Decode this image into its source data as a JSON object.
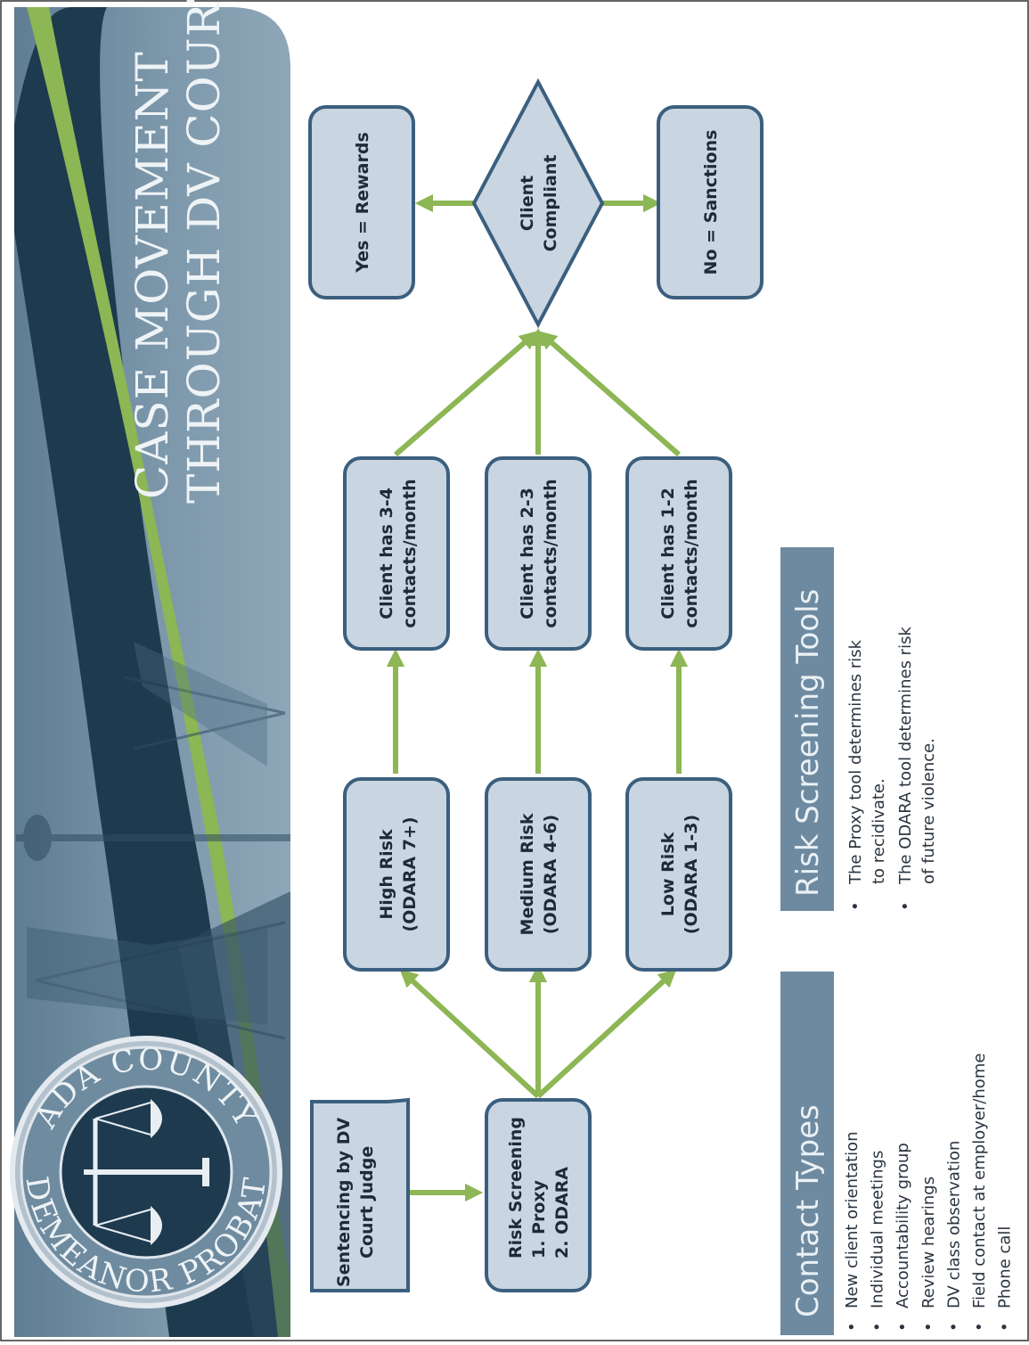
{
  "header": {
    "title_line1": "CASE MOVEMENT",
    "title_line2": "THROUGH DV COURT"
  },
  "seal": {
    "top_text": "ADA COUNTY",
    "bottom_text": "MISDEMEANOR PROBATION"
  },
  "flow": {
    "sentencing": [
      "Sentencing by DV",
      "Court Judge"
    ],
    "screening": [
      "Risk Screening",
      "1.  Proxy",
      "2.  ODARA"
    ],
    "high_risk": [
      "High Risk",
      "(ODARA 7+)"
    ],
    "medium_risk": [
      "Medium Risk",
      "(ODARA 4-6)"
    ],
    "low_risk": [
      "Low Risk",
      "(ODARA 1-3)"
    ],
    "high_contacts": [
      "Client has 3-4",
      "contacts/month"
    ],
    "medium_contacts": [
      "Client has 2-3",
      "contacts/month"
    ],
    "low_contacts": [
      "Client has 1-2",
      "contacts/month"
    ],
    "compliant": [
      "Client",
      "Compliant"
    ],
    "yes": "Yes = Rewards",
    "no": "No = Sanctions"
  },
  "risk_tools": {
    "title": "Risk Screening Tools",
    "items": [
      [
        "The Proxy tool determines risk",
        "to recidivate."
      ],
      [
        "The ODARA tool determines risk",
        "of future violence."
      ]
    ]
  },
  "contact_types": {
    "title": "Contact Types",
    "items": [
      "New client orientation",
      "Individual meetings",
      "Accountability group",
      "Review hearings",
      "DV class observation",
      "Field contact at employer/home",
      "Phone call"
    ]
  },
  "colors": {
    "box_fill": "#c9d5e0",
    "box_stroke": "#3b5f7e",
    "arrow": "#8db654",
    "banner": "#6d8ba1",
    "section_bar": "#6e8aa0"
  }
}
